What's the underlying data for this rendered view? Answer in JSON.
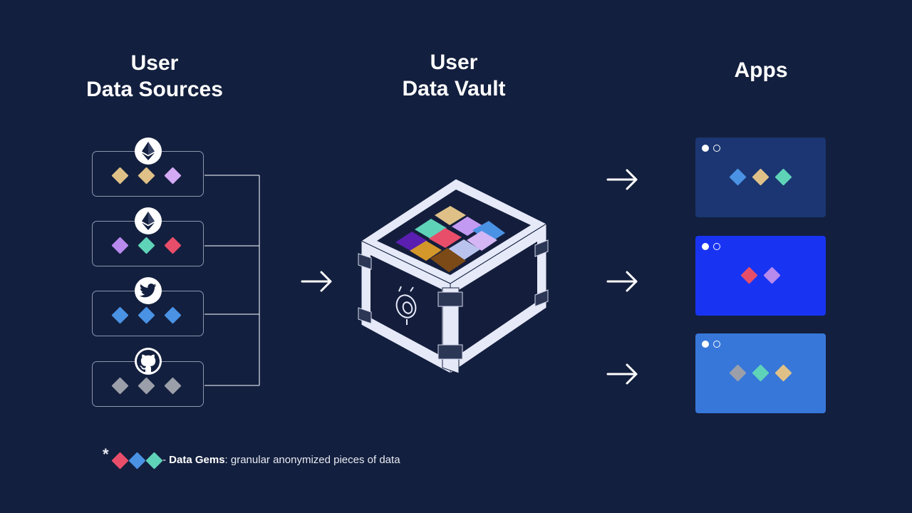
{
  "columns": {
    "sources": {
      "line1": "User",
      "line2": "Data Sources"
    },
    "vault": {
      "line1": "User",
      "line2": "Data Vault"
    },
    "apps": {
      "title": "Apps"
    }
  },
  "colors": {
    "background": "#131f3e",
    "gold": "#dfc188",
    "lilac": "#d4aaf5",
    "purple": "#b88aee",
    "teal": "#5fd3b8",
    "red": "#e84e6a",
    "blue": "#4a92e4",
    "gray": "#9b9fa9",
    "app_window_1": "#1b3672",
    "app_window_2": "#1834f2",
    "app_window_3": "#3777d9"
  },
  "sources": [
    {
      "icon": "ethereum-icon",
      "gems": [
        "gold",
        "gold",
        "lilac"
      ]
    },
    {
      "icon": "ethereum-icon",
      "gems": [
        "purple",
        "teal",
        "red"
      ]
    },
    {
      "icon": "twitter-icon",
      "gems": [
        "blue",
        "blue",
        "blue"
      ]
    },
    {
      "icon": "github-icon",
      "gems": [
        "gray",
        "gray",
        "gray"
      ]
    }
  ],
  "apps": [
    {
      "window_color": "app_window_1",
      "gems": [
        "blue",
        "gold",
        "teal"
      ]
    },
    {
      "window_color": "app_window_2",
      "gems": [
        "red",
        "purple"
      ]
    },
    {
      "window_color": "app_window_3",
      "gems": [
        "gray",
        "teal",
        "gold"
      ]
    }
  ],
  "vault": {
    "icon": "vault-logo-icon"
  },
  "footnote": {
    "star": "*",
    "gems": [
      "red",
      "blue",
      "teal"
    ],
    "dash": "-",
    "term": "Data Gems",
    "definition": ": granular anonymized pieces of data"
  }
}
